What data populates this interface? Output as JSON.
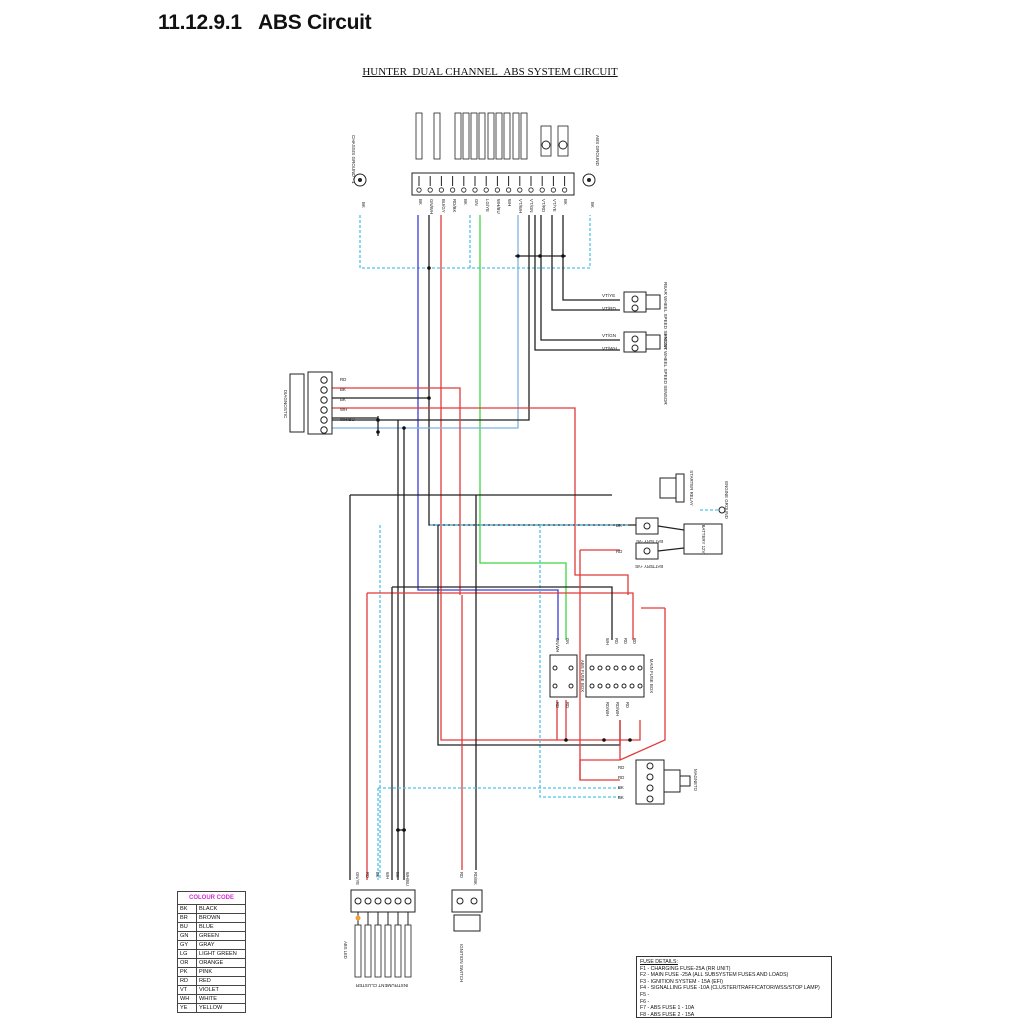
{
  "heading": {
    "section": "11.12.9.1",
    "title": "ABS Circuit"
  },
  "diagram": {
    "title": "HUNTER_DUAL CHANNEL_ABS SYSTEM CIRCUIT",
    "chassis_ground": "CHASSIS GROUND - 1",
    "abs_ground": "ABS GROUND",
    "top_wire_labels": [
      "BK",
      "GN/WH",
      "BU/GY",
      "RD/BK",
      "BK",
      "GN",
      "LG/YE",
      "WH/BU",
      "WH",
      "VT/WH",
      "VT/GN",
      "VT/RD",
      "VT/YE",
      "BK"
    ],
    "rear_sensor": {
      "label": "REAR WHEEL SPEED SENSOR",
      "wires": [
        "VT/YE",
        "VT/RD"
      ]
    },
    "front_sensor": {
      "label": "FRONT WHEEL SPEED SENSOR",
      "wires": [
        "VT/GN",
        "VT/WH"
      ]
    },
    "diagnostic": {
      "label": "DIAGNOSTIC",
      "wires": [
        "RD",
        "BK",
        "BK",
        "WH",
        "WH/BU",
        "WH/BU"
      ]
    },
    "starter_relay": "STARTER RELAY",
    "engine_ground": "ENGINE GROUND",
    "battery": "BATTERY 12V",
    "battery_neg": {
      "label": "BATTERY -VE",
      "wire": "BK"
    },
    "battery_pos": {
      "label": "BATTERY +VE",
      "wire": "RD"
    },
    "abs_fuse_box": {
      "label": "ABS FUSE BOX",
      "top": [
        "GN/WH",
        "GN"
      ],
      "bottom": [
        "RD",
        "RD"
      ]
    },
    "main_fuse_box": {
      "label": "MAIN FUSE BOX",
      "top": [
        "WH",
        "RD",
        "RD",
        "RD"
      ],
      "bottom": [
        "RD/WH",
        "RD/WH",
        "RD"
      ]
    },
    "magneto": {
      "label": "MAGNETO",
      "wires": [
        "RD",
        "RD",
        "BK",
        "BK"
      ]
    },
    "instrument_cluster": {
      "label": "INSTRUMENT CLUSTER",
      "wires": [
        "GN/YE",
        "RD",
        "BK",
        "WH",
        "BK",
        "WH/BU"
      ],
      "abs_led": "ABS LED"
    },
    "ignition_switch": {
      "label": "IGNITION SWITCH",
      "wires": [
        "RD",
        "RD/BK"
      ]
    }
  },
  "colour_code": {
    "title": "COLOUR CODE",
    "rows": [
      {
        "code": "BK",
        "name": "BLACK"
      },
      {
        "code": "BR",
        "name": "BROWN"
      },
      {
        "code": "BU",
        "name": "BLUE"
      },
      {
        "code": "GN",
        "name": "GREEN"
      },
      {
        "code": "GY",
        "name": "GRAY"
      },
      {
        "code": "LG",
        "name": "LIGHT GREEN"
      },
      {
        "code": "OR",
        "name": "ORANGE"
      },
      {
        "code": "PK",
        "name": "PINK"
      },
      {
        "code": "RD",
        "name": "RED"
      },
      {
        "code": "VT",
        "name": "VIOLET"
      },
      {
        "code": "WH",
        "name": "WHITE"
      },
      {
        "code": "YE",
        "name": "YELLOW"
      }
    ]
  },
  "fuse_details": {
    "title": "FUSE DETAILS:",
    "lines": [
      "F1 - CHARGING FUSE-25A (RR UNIT)",
      "F2 - MAIN FUSE -25A (ALL SUBSYSTEM FUSES AND LOADS)",
      "F3 - IGNITION SYSTEM - 15A (EFI)",
      "F4 - SIGNALLING FUSE -10A (CLUSTER/TRAFFICATOR/WSS/STOP LAMP)",
      "F5 -",
      "F6 -",
      "F7 - ABS FUSE 1 - 10A",
      "F8 - ABS FUSE 2 - 15A"
    ]
  },
  "colors": {
    "red": "#e03a3a",
    "black": "#222222",
    "blue": "#3d3dd6",
    "green": "#3fd63f",
    "cyan": "#4fc3e8",
    "light_blue": "#7fb2e0",
    "gray": "#333333",
    "title_pink": "#d42cd4"
  }
}
